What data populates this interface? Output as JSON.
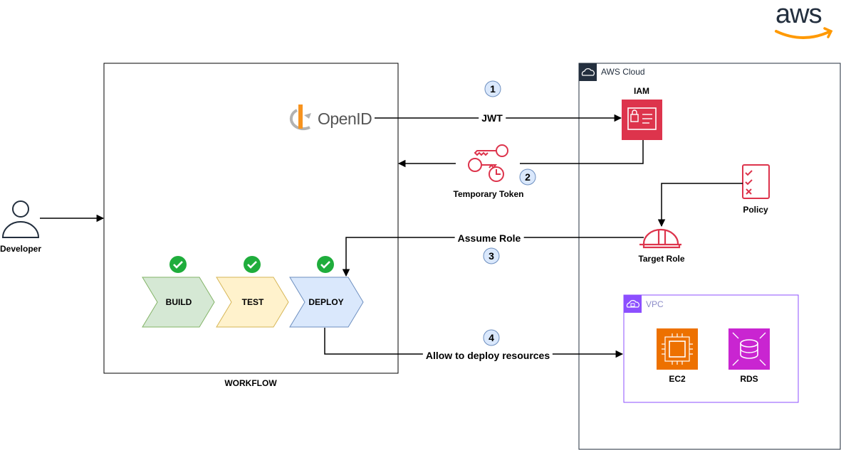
{
  "brand": {
    "logo_text": "aws"
  },
  "workflow": {
    "label": "WORKFLOW",
    "openid_text": "OpenID",
    "stages": [
      {
        "label": "BUILD",
        "color": "#d5e8d4",
        "stroke": "#82b366"
      },
      {
        "label": "TEST",
        "color": "#fff2cc",
        "stroke": "#d6b656"
      },
      {
        "label": "DEPLOY",
        "color": "#dae8fc",
        "stroke": "#6c8ebf"
      }
    ]
  },
  "developer": {
    "label": "Developer"
  },
  "aws_cloud": {
    "title": "AWS Cloud",
    "iam_label": "IAM",
    "policy_label": "Policy",
    "target_role_label": "Target Role",
    "vpc": {
      "title": "VPC",
      "ec2_label": "EC2",
      "rds_label": "RDS"
    }
  },
  "flows": {
    "jwt": "JWT",
    "temporary_token": "Temporary Token",
    "assume_role": "Assume Role",
    "allow_deploy": "Allow to deploy resources"
  },
  "steps": [
    "1",
    "2",
    "3",
    "4"
  ],
  "colors": {
    "iam_red": "#dd344c",
    "ec2_orange": "#ed7100",
    "rds_purple": "#c925d1",
    "vpc_border": "#8c4fff",
    "step_fill": "#dae8fc",
    "check_green": "#1fad3c",
    "openid_orange": "#f7931e",
    "aws_orange": "#ff9900"
  }
}
